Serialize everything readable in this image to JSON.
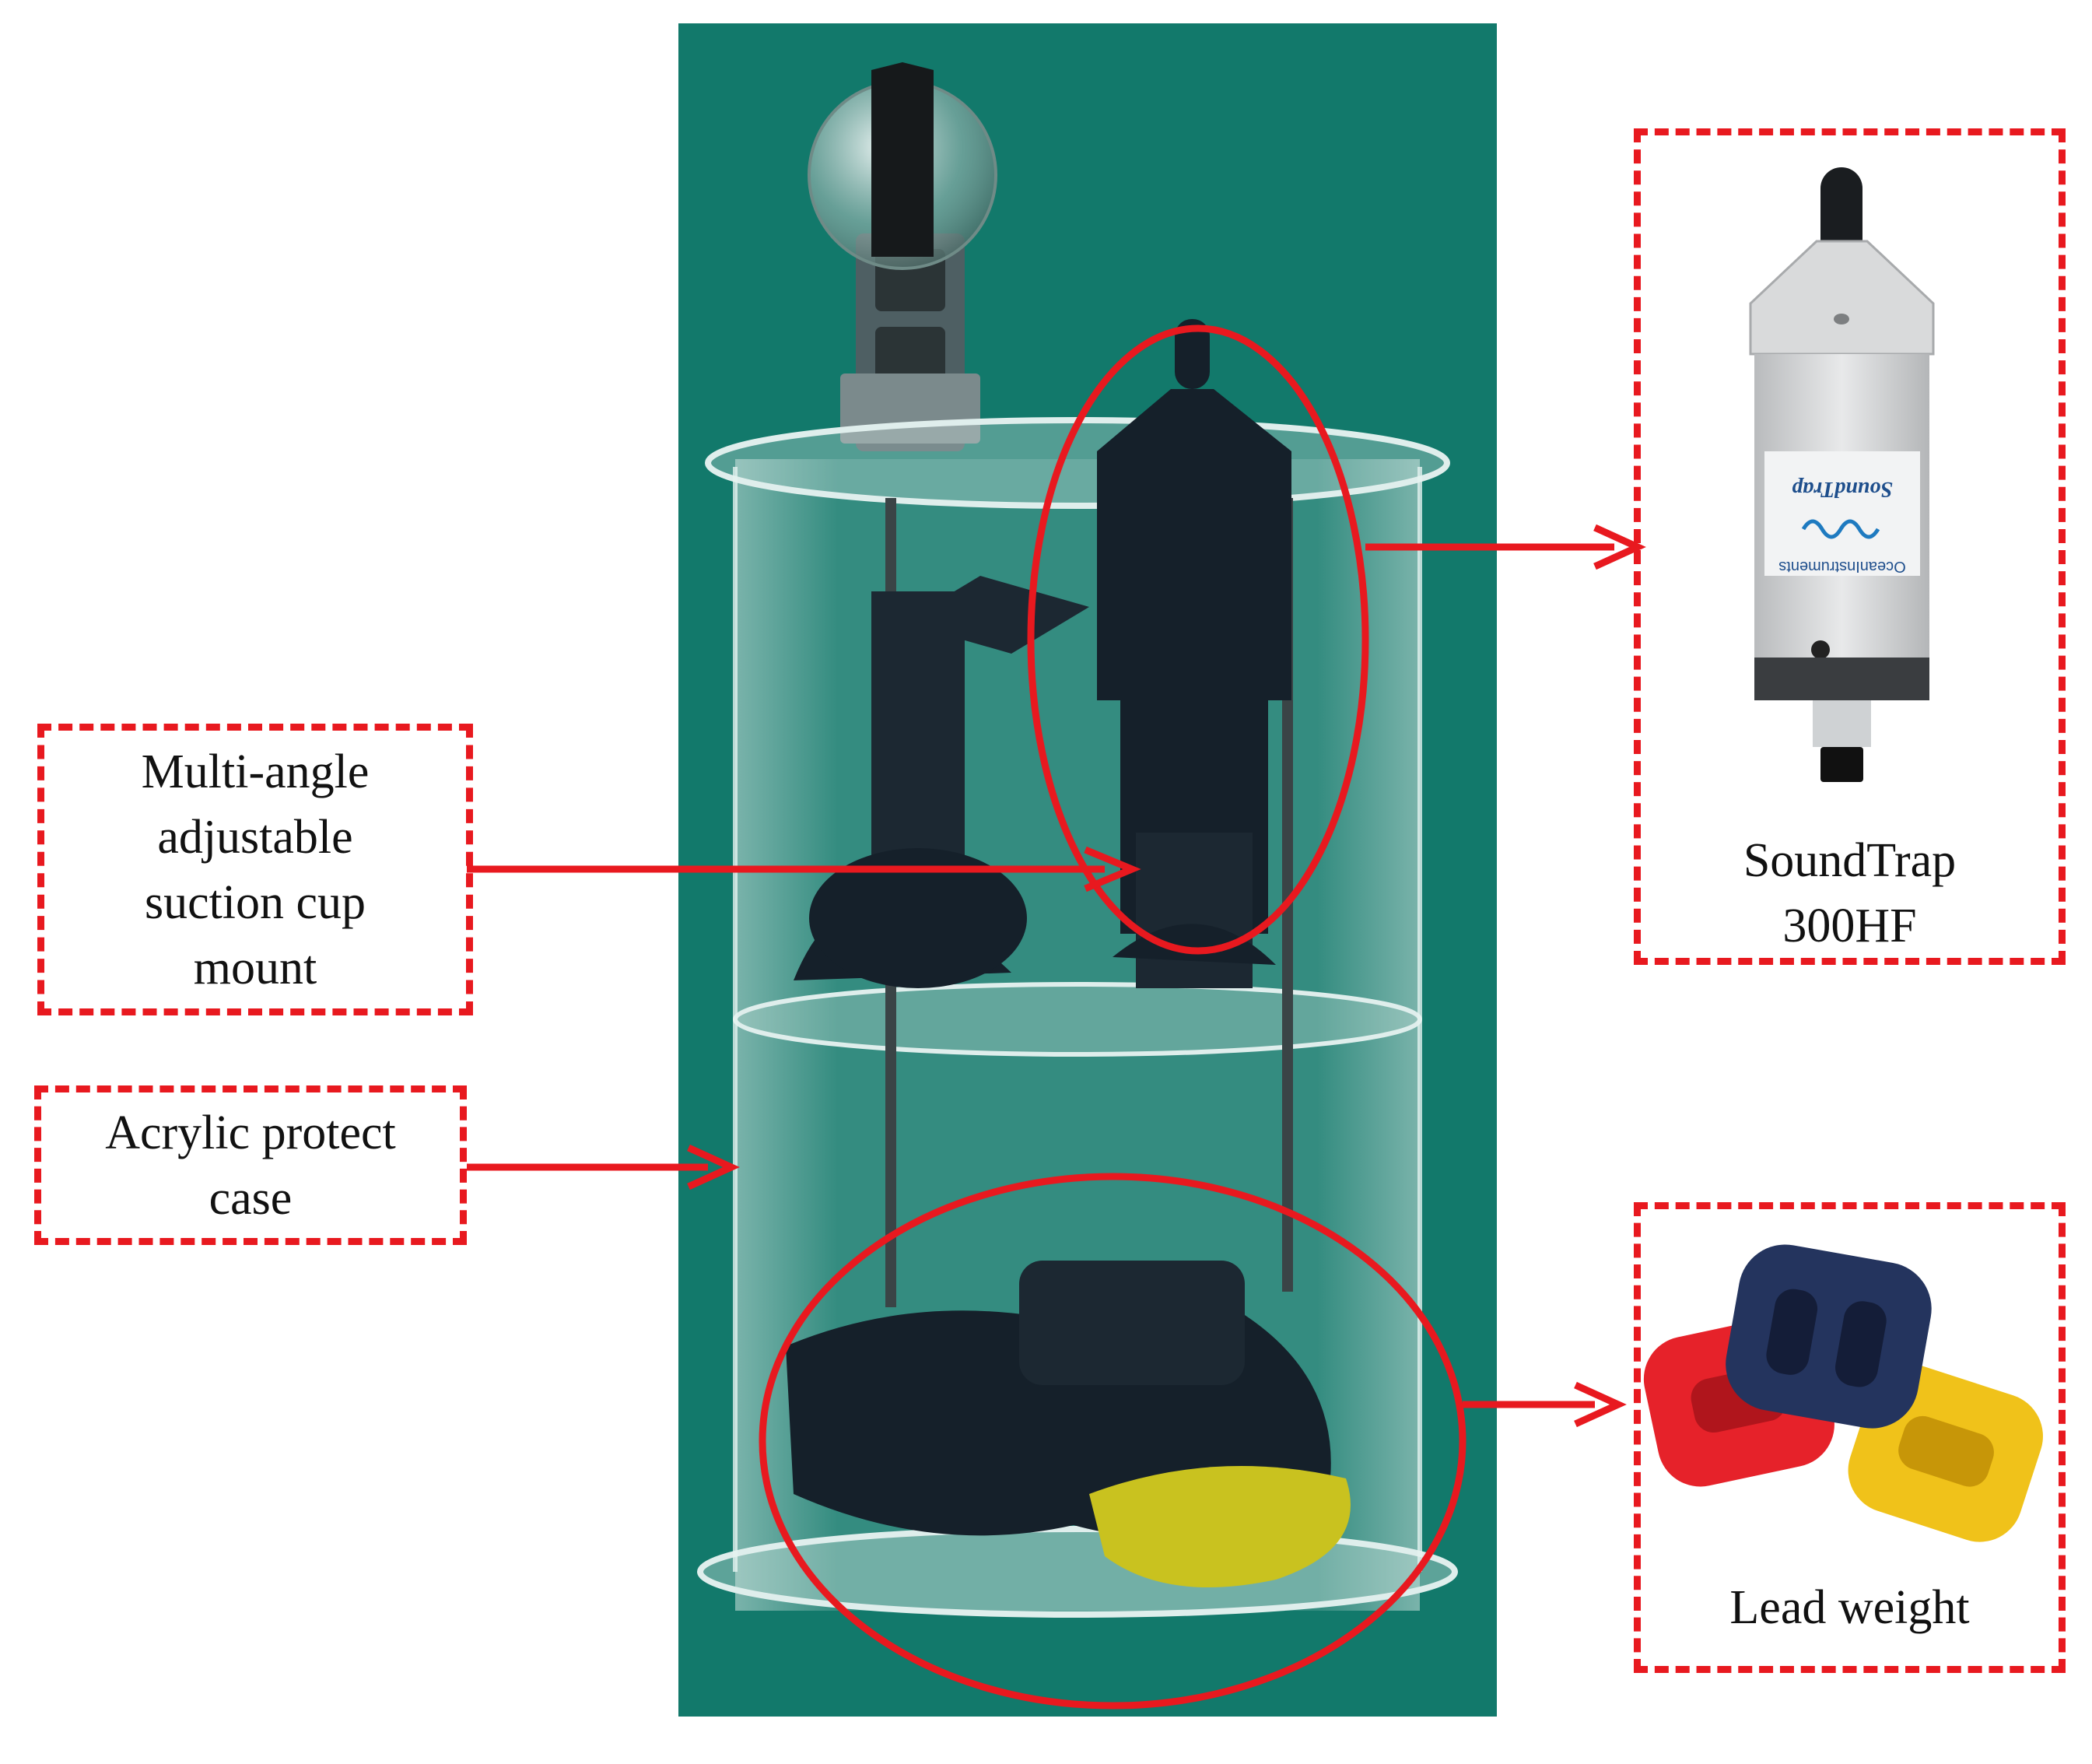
{
  "colors": {
    "annotation_red": "#e8191f",
    "photo_background": "#12796b",
    "acrylic": "#cfe3df",
    "device_black": "#15202a",
    "soundtrap_body": "#d9dadb",
    "weight_red": "#e6222a",
    "weight_navy": "#24345e",
    "weight_yellow": "#f0c21a"
  },
  "labels": {
    "mount": "Multi-angle\nadjustable\nsuction cup\nmount",
    "case": "Acrylic protect\ncase",
    "soundtrap": "SoundTrap\n300HF",
    "weight": "Lead weight"
  },
  "soundtrap_brand": {
    "product": "SoundTrap",
    "maker": "OceanInstruments"
  },
  "icons": [
    "camera-dome-icon",
    "soundtrap-device-icon",
    "lead-weight-icon"
  ]
}
